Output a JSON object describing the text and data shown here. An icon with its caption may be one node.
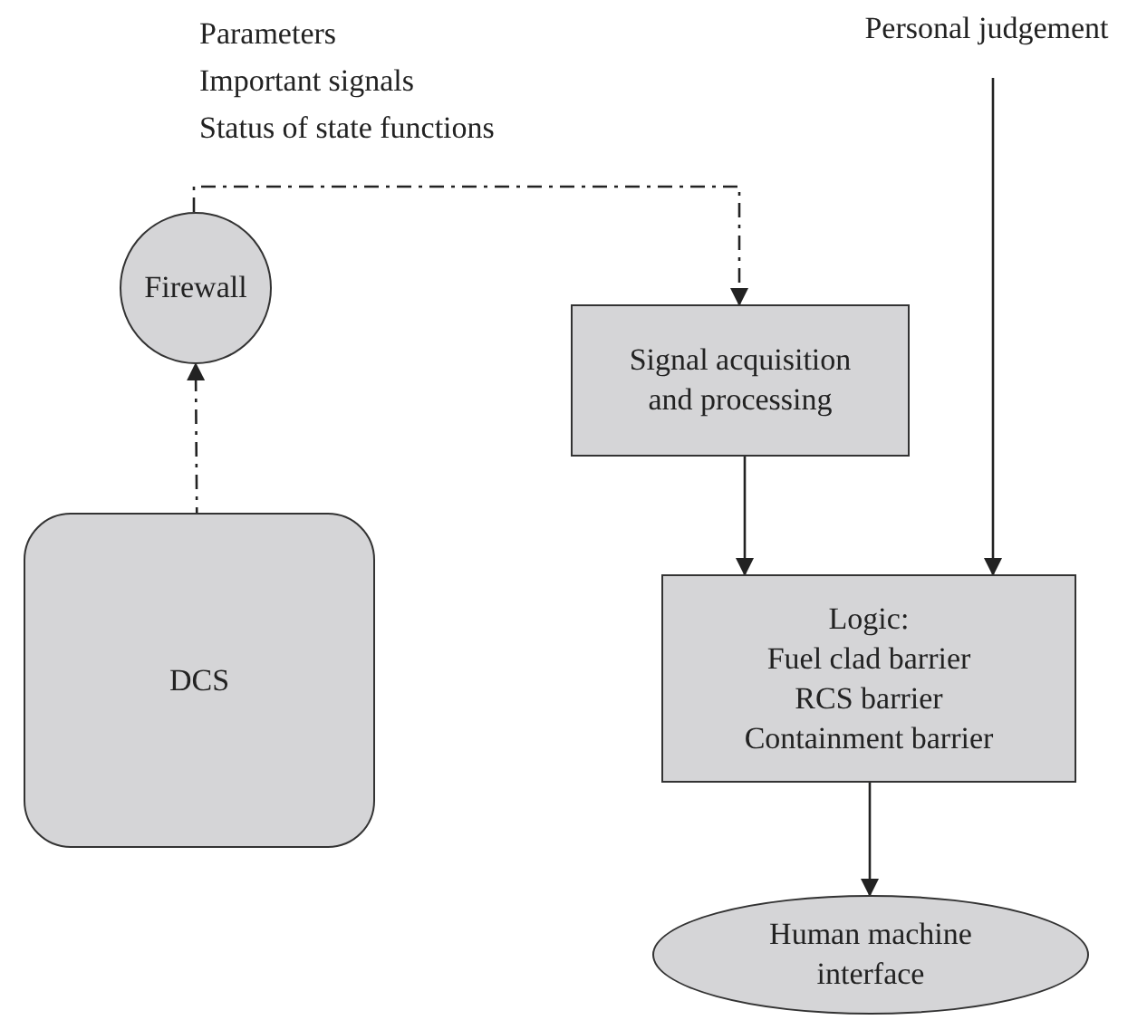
{
  "diagram": {
    "nodes": [
      {
        "text": [
          "Firewall"
        ]
      },
      {
        "text": [
          "Signal acquisition and processing"
        ]
      },
      {
        "text": [
          "DCS"
        ]
      },
      {
        "text": [
          "Personal judgement"
        ]
      },
      {
        "text": [
          "Logic:",
          "Fuel clad barrier",
          "RCS barrier",
          "Containment barrier"
        ]
      },
      {
        "text": [
          "Human machine interface"
        ]
      }
    ],
    "edges": [
      {
        "from": 2,
        "to": 0,
        "arrow": "to",
        "style": "dashed"
      },
      {
        "from": 0,
        "to": 1,
        "arrow": "to",
        "style": "dashed"
      },
      {
        "from": 1,
        "to": 4,
        "arrow": "to"
      },
      {
        "from": 3,
        "to": 4,
        "arrow": "to"
      },
      {
        "from": 4,
        "to": 5,
        "arrow": "to"
      }
    ],
    "labels": [
      "Parameters",
      "Important signals",
      "Status of state functions"
    ]
  }
}
